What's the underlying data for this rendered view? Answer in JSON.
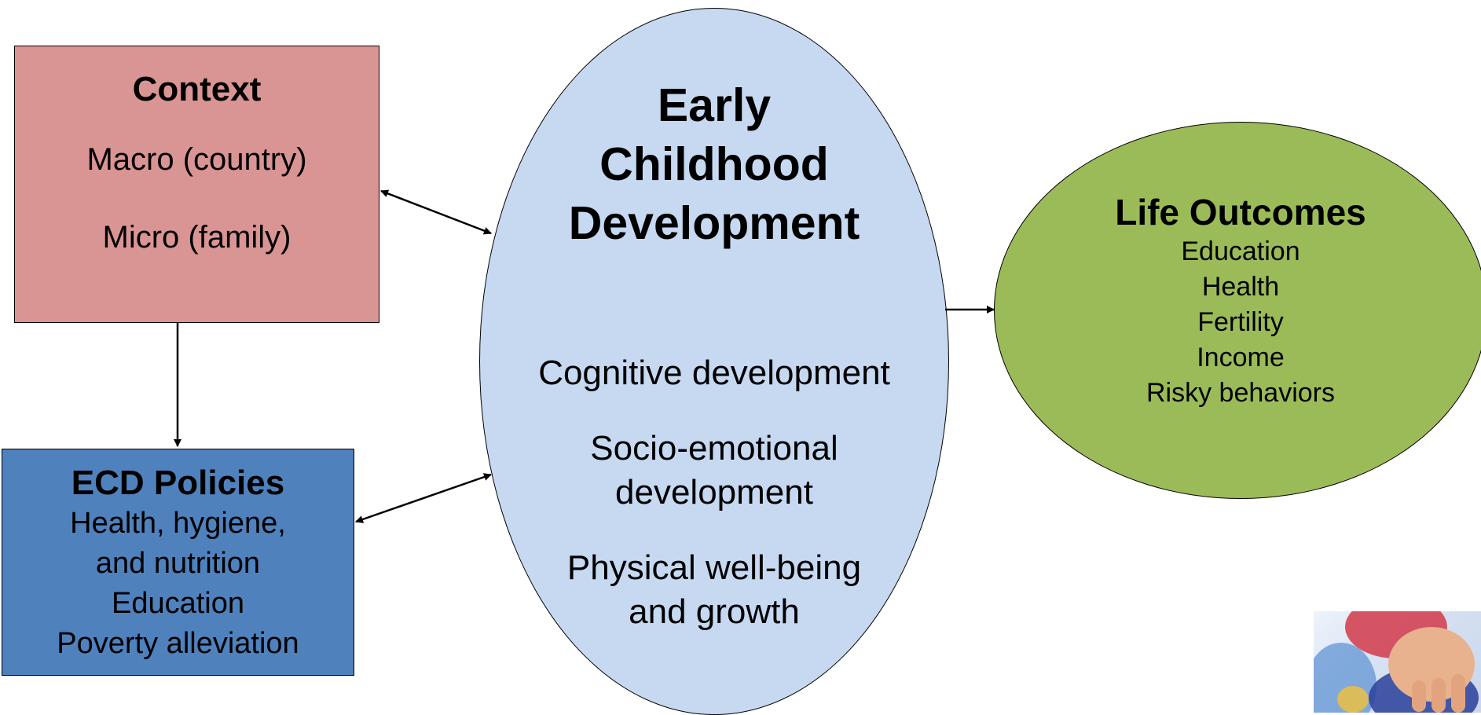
{
  "context": {
    "title": "Context",
    "items": [
      "Macro (country)",
      "Micro (family)"
    ],
    "fill": "#d99594"
  },
  "policies": {
    "title": "ECD Policies",
    "items": [
      "Health, hygiene,",
      "and nutrition",
      "Education",
      "Poverty alleviation"
    ],
    "fill": "#4f81bd"
  },
  "ecd": {
    "title_lines": [
      "Early",
      "Childhood",
      "Development"
    ],
    "items": [
      [
        "Cognitive development"
      ],
      [
        "Socio-emotional",
        "development"
      ],
      [
        "Physical well-being",
        "and growth"
      ]
    ],
    "fill": "#c6d9f1"
  },
  "outcomes": {
    "title": "Life Outcomes",
    "items": [
      "Education",
      "Health",
      "Fertility",
      "Income",
      "Risky behaviors"
    ],
    "fill": "#9bbb59"
  },
  "photo": {
    "name": "child-hand-painting-photo"
  }
}
